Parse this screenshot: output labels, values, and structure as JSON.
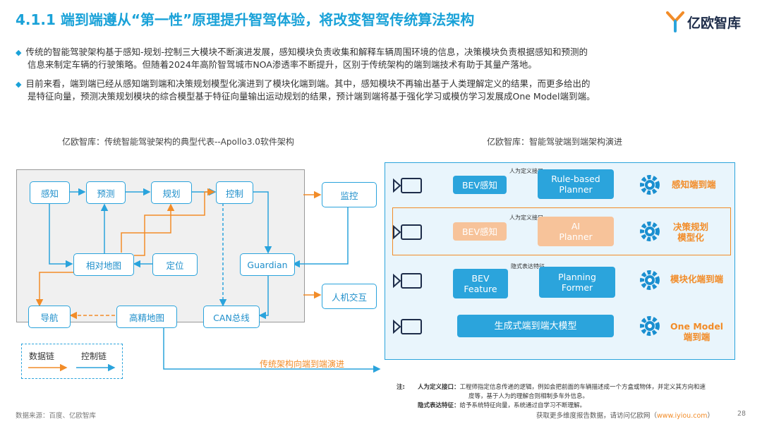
{
  "header": {
    "title": "4.1.1 端到端遵从“第一性”原理提升智驾体验，将改变智驾传统算法架构",
    "logo_text": "亿欧智库"
  },
  "paragraphs": [
    {
      "line1": "传统的智能驾驶架构基于感知-规划-控制三大模块不断演进发展，感知模块负责收集和解释车辆周围环境的信息，决策模块负责根据感知和预测的",
      "line2": "信息来制定车辆的行驶策略。但随着2024年高阶智驾城市NOA渗透率不断提升，区别于传统架构的端到端技术有助于其量产落地。"
    },
    {
      "line1": "目前来看，端到端已经从感知端到端和决策规划模型化演进到了模块化端到端。其中，感知模块不再输出基于人类理解定义的结果，而更多给出的",
      "line2": "是特征向量，预测决策规划模块的综合模型基于特征向量输出运动规划的结果，预计端到端将基于强化学习或模仿学习发展成One Model端到端。"
    }
  ],
  "left_diagram": {
    "title": "亿欧智库：传统智能驾驶架构的典型代表--Apollo3.0软件架构",
    "nodes": {
      "perception": "感知",
      "prediction": "预测",
      "planning": "规划",
      "control": "控制",
      "monitor": "监控",
      "relative_map": "相对地图",
      "localization": "定位",
      "guardian": "Guardian",
      "hmi": "人机交互",
      "navigation": "导航",
      "hd_map": "高精地图",
      "can_bus": "CAN总线"
    },
    "legend": {
      "data_chain": "数据链",
      "control_chain": "控制链"
    },
    "evolution_label": "传统架构向端到端演进"
  },
  "right_diagram": {
    "title": "亿欧智库：智能驾驶端到端架构演进",
    "rows": [
      {
        "box1": "BEV感知",
        "interface": "人为定义接口",
        "box2_line1": "Rule-based",
        "box2_line2": "Planner",
        "label_line1": "感知端到端",
        "label_line2": ""
      },
      {
        "box1": "BEV感知",
        "interface": "人为定义接口",
        "box2_line1": "AI",
        "box2_line2": "Planner",
        "label_line1": "决策规划",
        "label_line2": "模型化"
      },
      {
        "box1_line1": "BEV",
        "box1_line2": "Feature",
        "interface": "隐式表达特征",
        "box2_line1": "Planning",
        "box2_line2": "Former",
        "label_line1": "模块化端到端",
        "label_line2": ""
      },
      {
        "box": "生成式端到端大模型",
        "label_line1": "One Model",
        "label_line2": "端到端"
      }
    ]
  },
  "notes": {
    "prefix": "注:",
    "note1_title": "人为定义接口：",
    "note1_line1": "工程师指定信息传递的逻辑，例如会把前面的车辆描述成一个方盒或物体，并定义其方向和速",
    "note1_line2": "度等，基于人为的理解合则相制多车外信息。",
    "note2_title": "隐式表达特征：",
    "note2_line1": "给予系统特征向量，系统通过自学习不断理解。"
  },
  "footer": {
    "source": "数据来源：百度、亿欧智库",
    "more_prefix": "获取更多维度报告数据，请访问亿欧网（",
    "more_link": "www.iyiou.com",
    "more_suffix": "）",
    "page": "28"
  },
  "colors": {
    "accent_blue": "#2ba4dc",
    "accent_orange": "#f28c28",
    "title_blue": "#1aa2d8"
  }
}
